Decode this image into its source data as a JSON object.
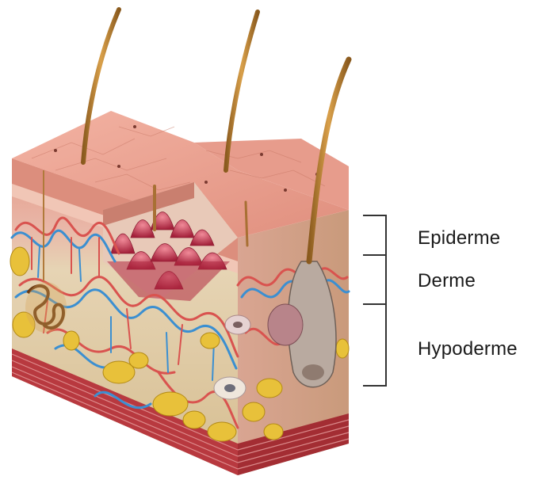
{
  "diagram": {
    "labels": {
      "epiderme": "Epiderme",
      "derme": "Derme",
      "hypoderme": "Hypoderme"
    },
    "colors": {
      "epidermis_surface": "#e89f8f",
      "epidermis_side": "#d98a78",
      "dermis": "#e2cfae",
      "hypodermis": "#cdb488",
      "hair": "#c28a3a",
      "artery": "#d9534f",
      "vein": "#3b8fd1",
      "fat": "#e8c13a",
      "papillae": "#c8354a",
      "bracket": "#333333"
    }
  }
}
